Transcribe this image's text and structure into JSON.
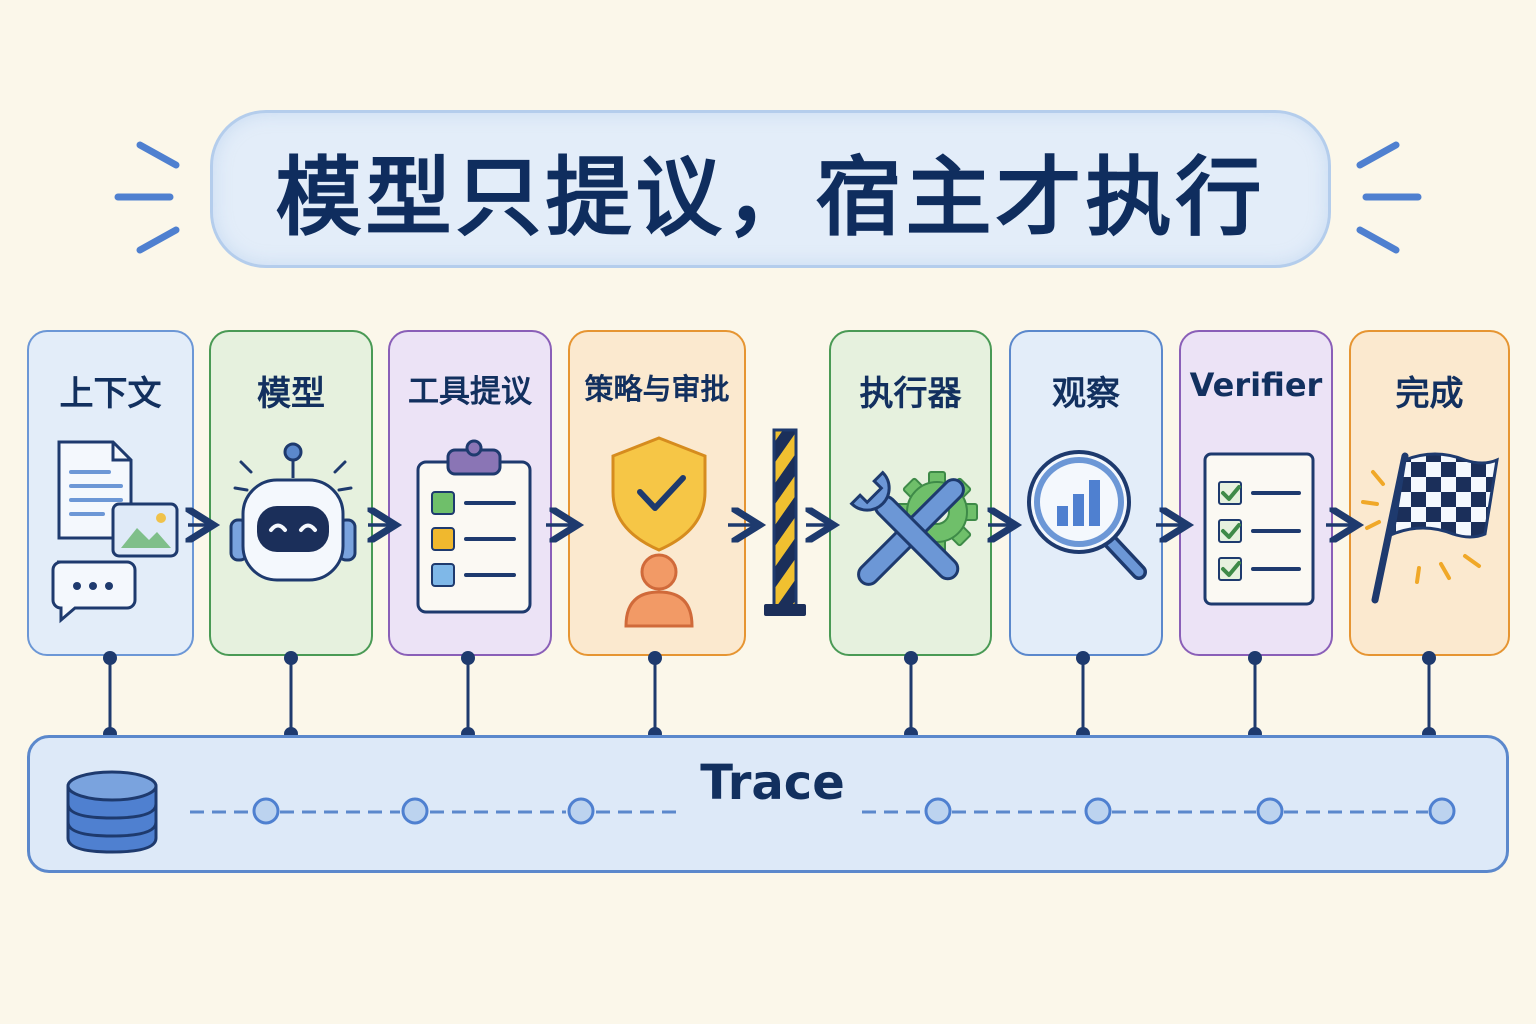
{
  "title": "模型只提议，宿主才执行",
  "stages": [
    {
      "label": "上下文",
      "icon": "documents-chat-icon"
    },
    {
      "label": "模型",
      "icon": "robot-icon"
    },
    {
      "label": "工具提议",
      "icon": "clipboard-checklist-icon"
    },
    {
      "label": "策略与审批",
      "icon": "shield-approver-icon"
    },
    {
      "label": "执行器",
      "icon": "wrench-gear-icon"
    },
    {
      "label": "观察",
      "icon": "magnifier-chart-icon"
    },
    {
      "label": "Verifier",
      "icon": "checklist-icon"
    },
    {
      "label": "完成",
      "icon": "checkered-flag-icon"
    }
  ],
  "gate_icon": "barrier-gate-icon",
  "trace": {
    "label": "Trace",
    "icon": "database-icon"
  },
  "colors": {
    "blue": "#5b88cc",
    "green": "#4a9a55",
    "purple": "#8a5fb8",
    "orange": "#e69532",
    "navy": "#12305f",
    "background": "#fbf7ea"
  }
}
